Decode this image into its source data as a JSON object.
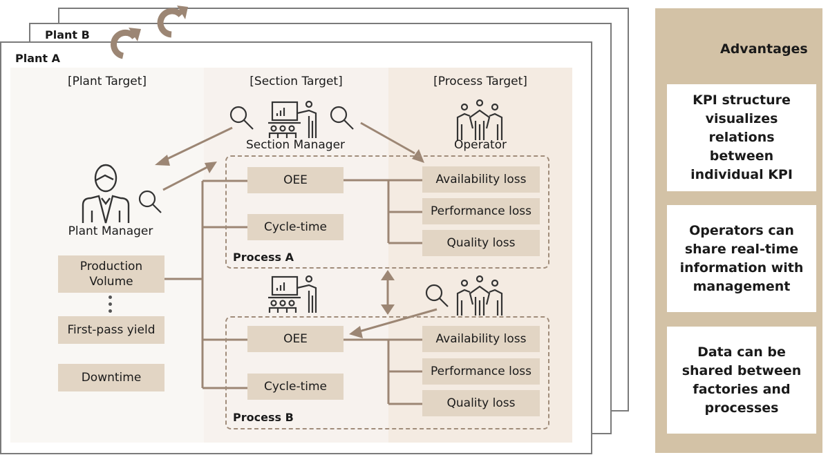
{
  "plants": {
    "back_label": "",
    "plant_b_label": "Plant B",
    "plant_a_label": "Plant A"
  },
  "columns": {
    "plant_target": "[Plant Target]",
    "section_target": "[Section Target]",
    "process_target": "[Process Target]"
  },
  "roles": {
    "plant_manager": "Plant Manager",
    "section_manager": "Section Manager",
    "operator": "Operator"
  },
  "plant_kpis": {
    "production_volume": "Production Volume",
    "first_pass_yield": "First-pass yield",
    "downtime": "Downtime"
  },
  "process_a": {
    "label": "Process A",
    "oee": "OEE",
    "cycle_time": "Cycle-time",
    "losses": [
      "Availability loss",
      "Performance loss",
      "Quality loss"
    ]
  },
  "process_b": {
    "label": "Process B",
    "oee": "OEE",
    "cycle_time": "Cycle-time",
    "losses": [
      "Availability loss",
      "Performance loss",
      "Quality loss"
    ]
  },
  "advantages": {
    "title": "Advantages",
    "items": [
      "KPI structure visualizes relations between individual KPI",
      "Operators can share real-time information with management",
      "Data can be shared between factories and processes"
    ]
  },
  "colors": {
    "accent_brown": "#9c8674",
    "kpi_box": "#e2d5c4",
    "panel_tan": "#d3c2a6",
    "icon_dark": "#333333"
  }
}
